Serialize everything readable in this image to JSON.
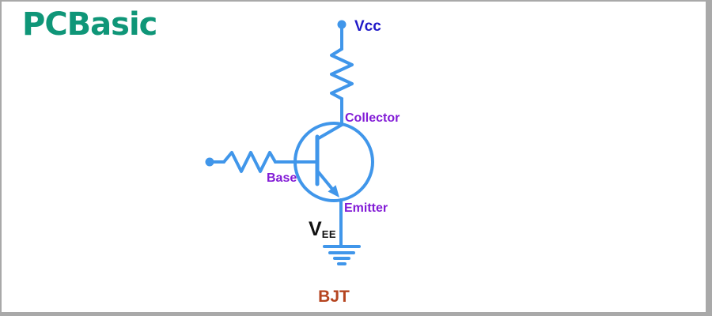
{
  "logo": {
    "text": "PCBasic"
  },
  "circuit": {
    "caption": "BJT",
    "labels": {
      "vcc": "Vcc",
      "collector": "Collector",
      "base": "Base",
      "emitter": "Emitter",
      "vee_main": "V",
      "vee_sub": "EE"
    },
    "symbols": [
      "vcc-terminal-dot",
      "collector-resistor",
      "npn-transistor",
      "base-terminal-dot",
      "base-resistor",
      "emitter-arrow",
      "ground-symbol"
    ]
  },
  "colors": {
    "wire": "#4096EA",
    "terminal_navy": "#2019C8",
    "label_purple": "#821BD6",
    "caption_rust": "#B5441F",
    "logo_green": "#0F9678",
    "vee_text": "#111111",
    "frame_border": "#A9A9A9",
    "background": "#FFFFFF"
  }
}
